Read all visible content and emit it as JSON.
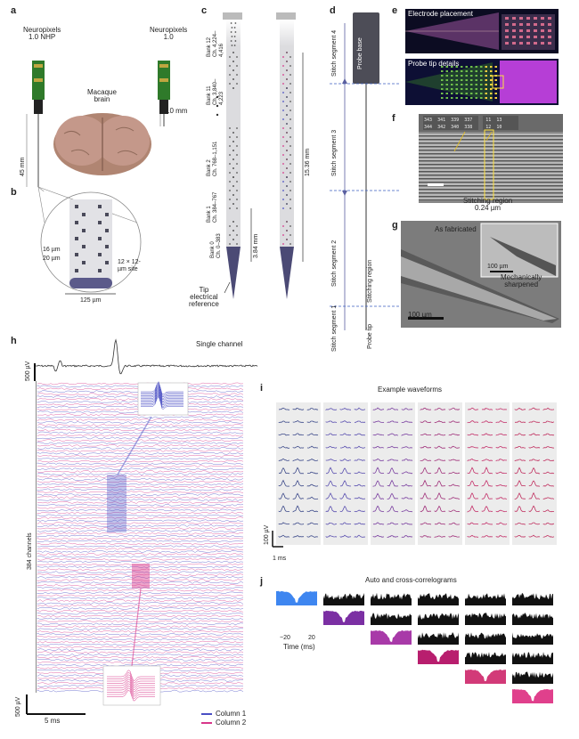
{
  "panels": {
    "a": "a",
    "b": "b",
    "c": "c",
    "d": "d",
    "e": "e",
    "f": "f",
    "g": "g",
    "h": "h",
    "i": "i",
    "j": "j"
  },
  "a": {
    "probe_left": "Neuropixels\n1.0 NHP",
    "probe_right": "Neuropixels\n1.0",
    "brain_label": "Macaque\nbrain",
    "len_45": "45 mm",
    "len_10": "10 mm"
  },
  "b": {
    "w16": "16 µm",
    "w20": "20 µm",
    "site": "12 × 12-\nµm site",
    "w125": "125 µm"
  },
  "c": {
    "banks": [
      "Bank 12\nCh. 4,224–\n4,416",
      "Bank 11\nCh. 3,840–\n4,223",
      "Bank 2\nCh. 768–1,151",
      "Bank 1\nCh. 384–767",
      "Bank 0\nCh. 0–383"
    ],
    "len_384": "3.84 mm",
    "len_1536": "15.36 mm",
    "tip": "Tip\nelectrical\nreference"
  },
  "d": {
    "probe_base": "Probe base",
    "seg4": "Stitch segment 4",
    "seg3": "Stitch segment 3",
    "seg2": "Stitch segment 2",
    "seg1": "Stitch segment 1",
    "stitch_region": "Stitching region",
    "probe_tip": "Probe tip"
  },
  "e": {
    "top": "Electrode placement",
    "bottom": "Probe tip details"
  },
  "f": {
    "top_nums": [
      "343",
      "341",
      "339",
      "337",
      "11",
      "13"
    ],
    "bot_nums": [
      "344",
      "342",
      "340",
      "338",
      "12",
      "10"
    ],
    "caption": "Stitching region\n0.24 µm"
  },
  "g": {
    "as_fab": "As fabricated",
    "mech": "Mechanically\nsharpened",
    "scale_small": "100 µm",
    "scale_big": "100 µm"
  },
  "h": {
    "single": "Single channel",
    "scale_top": "500 µV",
    "channels": "384 channels",
    "scale_bottom": "500 µV",
    "time": "5 ms",
    "legend1": "Column 1",
    "legend2": "Column 2"
  },
  "i": {
    "title": "Example waveforms",
    "scale_v": "100 µV",
    "scale_t": "1 ms"
  },
  "j": {
    "title": "Auto and cross-correlograms",
    "xmin": "−20",
    "xmax": "20",
    "xlabel": "Time (ms)"
  },
  "colors": {
    "column1": "#4a4fc4",
    "column2": "#d8368a",
    "probe_green": "#2f7a2a",
    "tip": "#4b4a75"
  }
}
